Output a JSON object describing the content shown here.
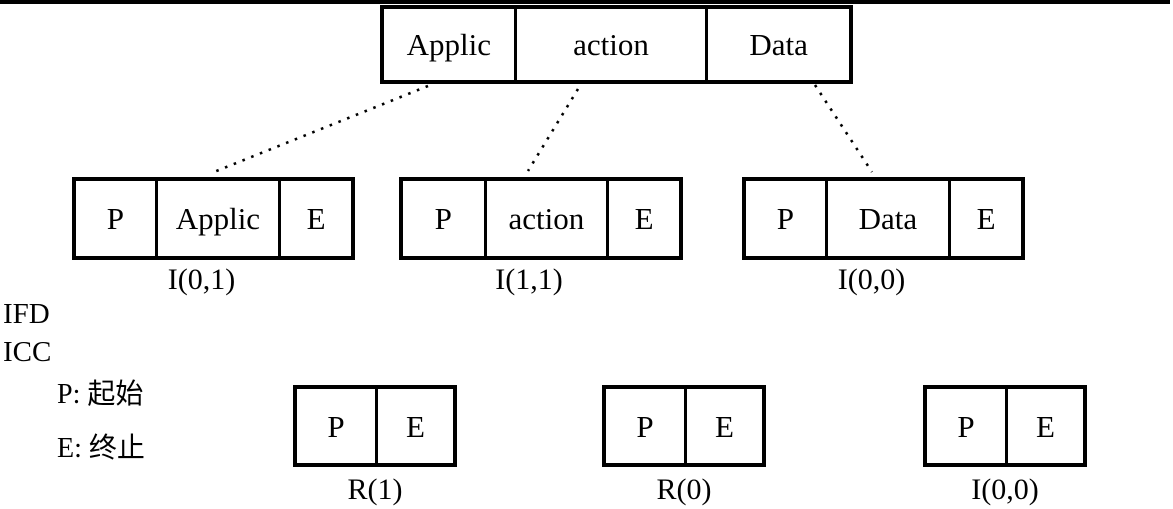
{
  "diagram": {
    "top_box": {
      "cells": [
        "Applic",
        "action",
        "Data"
      ]
    },
    "ifd_blocks": [
      {
        "cells": [
          "P",
          "Applic",
          "E"
        ],
        "label": "I(0,1)"
      },
      {
        "cells": [
          "P",
          "action",
          "E"
        ],
        "label": "I(1,1)"
      },
      {
        "cells": [
          "P",
          "Data",
          "E"
        ],
        "label": "I(0,0)"
      }
    ],
    "boundary": {
      "upper_label": "IFD",
      "lower_label": "ICC"
    },
    "legend": {
      "line1": "P: 起始",
      "line2": "E: 终止"
    },
    "icc_blocks": [
      {
        "cells": [
          "P",
          "E"
        ],
        "label": "R(1)"
      },
      {
        "cells": [
          "P",
          "E"
        ],
        "label": "R(0)"
      },
      {
        "cells": [
          "P",
          "E"
        ],
        "label": "I(0,0)"
      }
    ],
    "colors": {
      "ink": "#000000",
      "background": "#ffffff"
    }
  }
}
